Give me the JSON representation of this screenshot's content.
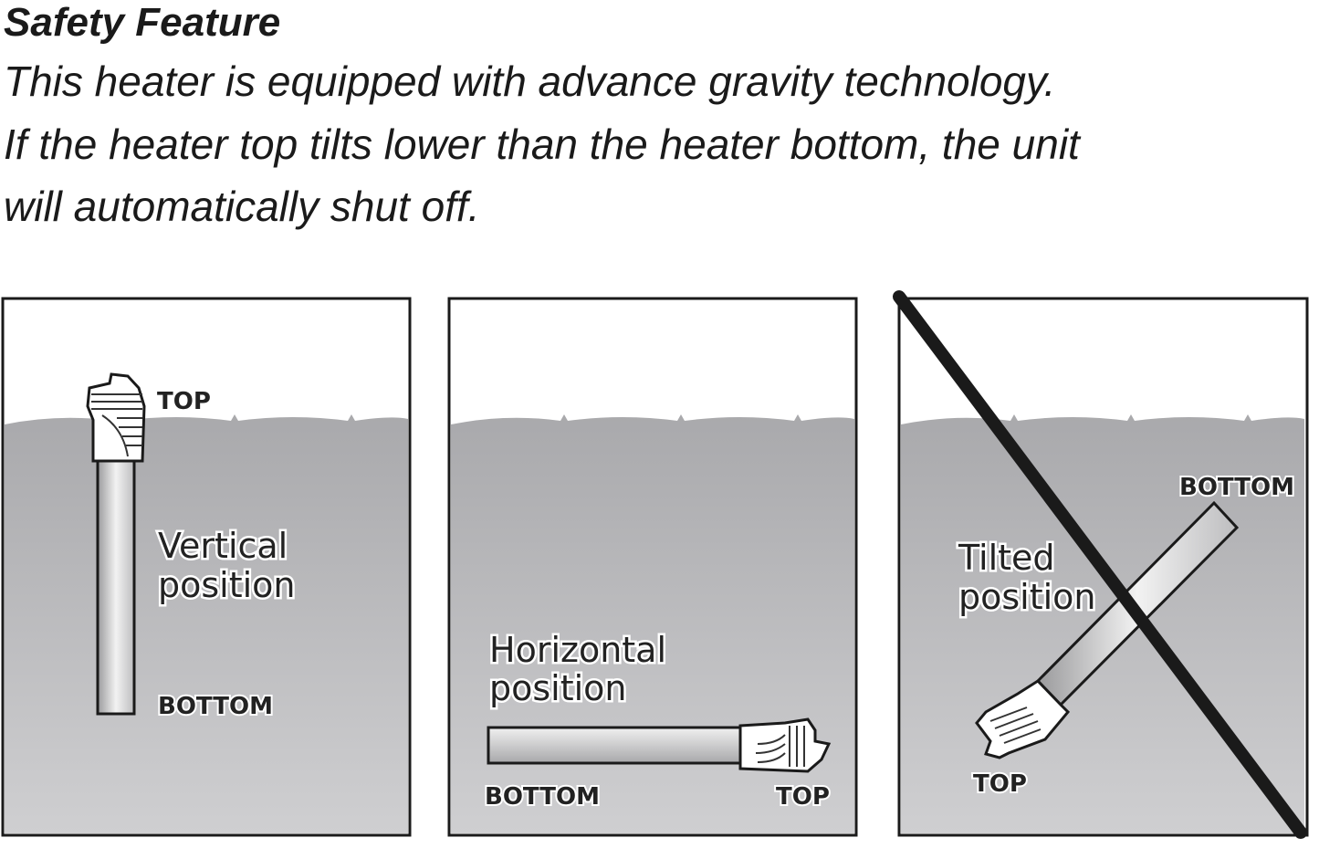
{
  "heading": {
    "title": "Safety Feature",
    "lines": [
      "This heater is equipped with advance gravity technology.",
      "If the heater top tilts lower than the heater bottom, the unit",
      "will automatically shut off."
    ]
  },
  "panels": [
    {
      "caption_1": "Vertical",
      "caption_2": "position",
      "top_label": "TOP",
      "bottom_label": "BOTTOM",
      "allowed": true
    },
    {
      "caption_1": "Horizontal",
      "caption_2": "position",
      "top_label": "TOP",
      "bottom_label": "BOTTOM",
      "allowed": true
    },
    {
      "caption_1": "Tilted",
      "caption_2": "position",
      "top_label": "TOP",
      "bottom_label": "BOTTOM",
      "allowed": false
    }
  ],
  "colors": {
    "water": "#adadb0",
    "water_light": "#d4d4d6",
    "outline": "#1a1a1a"
  }
}
